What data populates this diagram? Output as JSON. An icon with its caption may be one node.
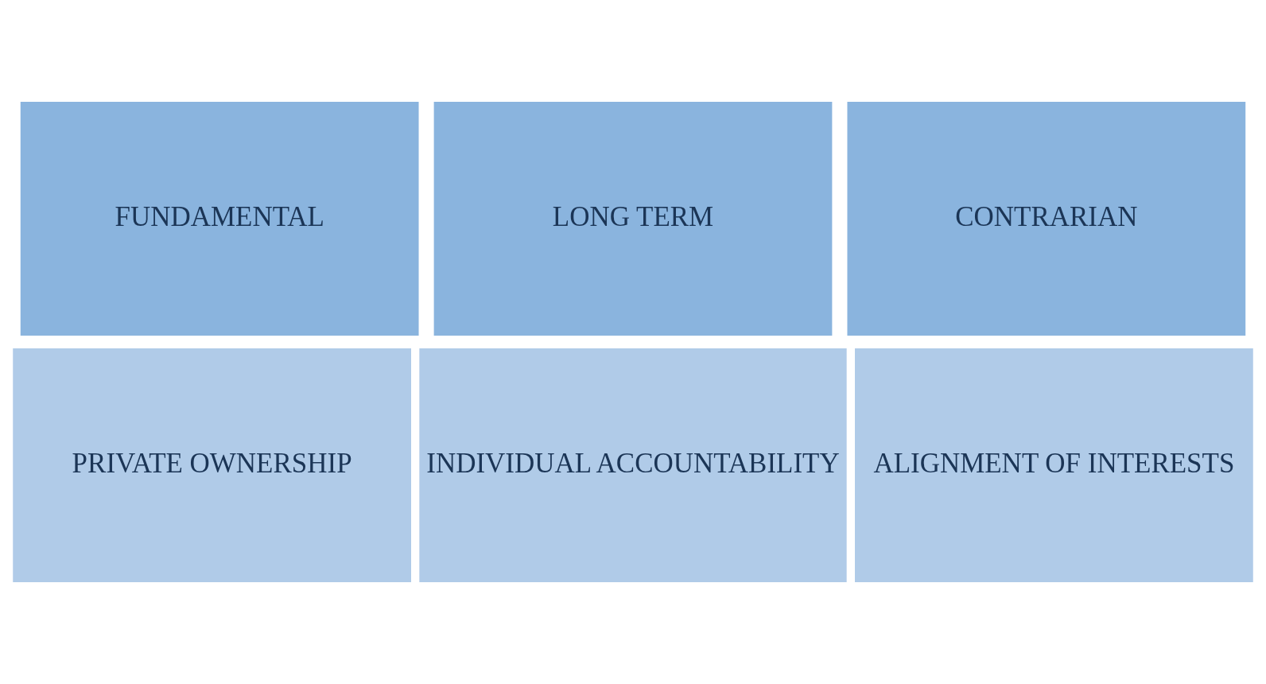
{
  "diagram": {
    "nodes": [
      {
        "text": [
          "FUNDAMENTAL"
        ]
      },
      {
        "text": [
          "LONG TERM"
        ]
      },
      {
        "text": [
          "CONTRARIAN"
        ]
      },
      {
        "text": [
          "PRIVATE OWNERSHIP"
        ]
      },
      {
        "text": [
          "INDIVIDUAL ACCOUNTABILITY"
        ]
      },
      {
        "text": [
          "ALIGNMENT OF INTERESTS"
        ]
      }
    ]
  }
}
